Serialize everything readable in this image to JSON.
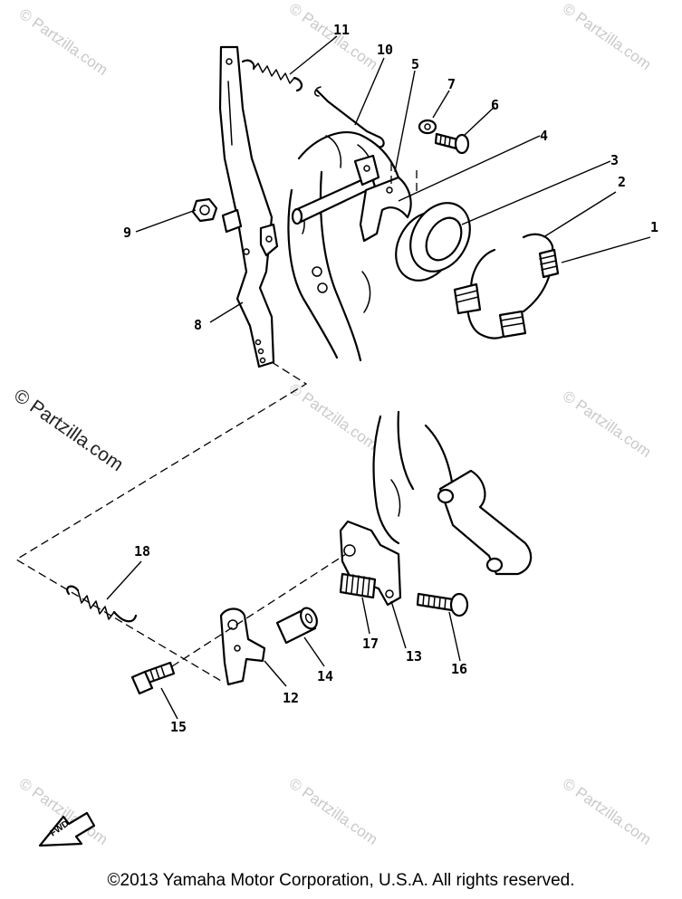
{
  "watermark": {
    "text": "© Partzilla.com"
  },
  "callouts": [
    "1",
    "2",
    "3",
    "4",
    "5",
    "6",
    "7",
    "8",
    "9",
    "10",
    "11",
    "12",
    "13",
    "14",
    "15",
    "16",
    "17",
    "18"
  ],
  "fwd_label": "FWD",
  "copyright": "©2013  Yamaha Motor Corporation, U.S.A. All rights reserved."
}
